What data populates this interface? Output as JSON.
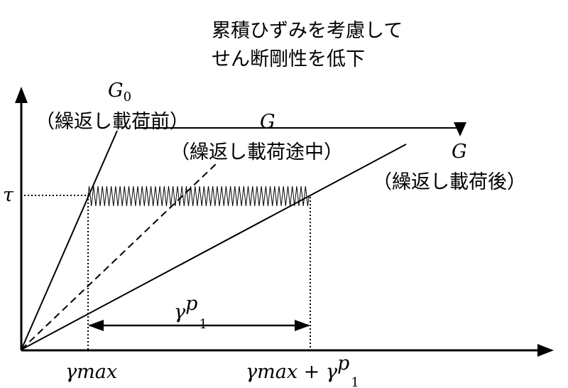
{
  "note": {
    "line1": "累積ひずみを考慮して",
    "line2": "せん断剛性を低下"
  },
  "g0": {
    "symbol": "G",
    "subscript": "0",
    "label": "（繰返し載荷前）"
  },
  "g_mid": {
    "symbol": "G",
    "label": "（繰返し載荷途中）"
  },
  "g_after": {
    "symbol": "G",
    "label": "（繰返し載荷後）"
  },
  "tau": "τ",
  "gamma_p": {
    "symbol": "γ",
    "sup": "p",
    "sub": "1"
  },
  "gamma_max": {
    "symbol": "γ",
    "sub": "max"
  },
  "gamma_sum": {
    "symbol": "γ",
    "sub": "max",
    "plus": " + γ",
    "sup": "p",
    "sub2": "1"
  }
}
